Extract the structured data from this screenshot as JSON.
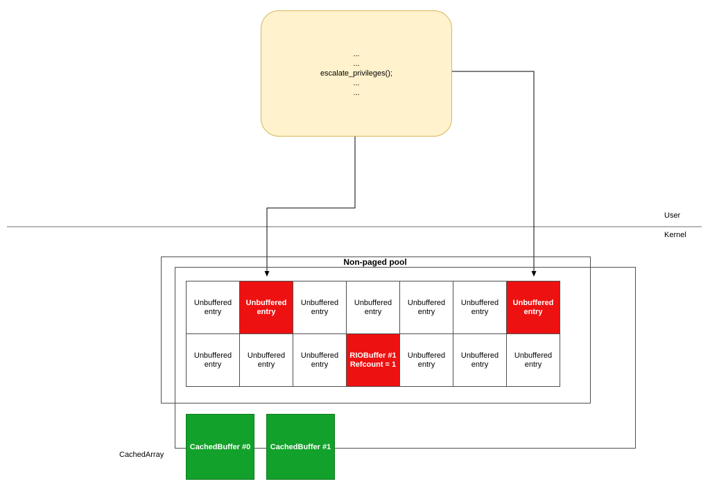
{
  "code_box": {
    "lines": [
      "...",
      "...",
      "escalate_privileges();",
      "...",
      "..."
    ]
  },
  "boundary": {
    "user_label": "User",
    "kernel_label": "Kernel"
  },
  "pool": {
    "title": "Non-paged pool",
    "grid": {
      "rows": [
        [
          {
            "text": "Unbuffered entry",
            "state": "normal"
          },
          {
            "text": "Unbuffered entry",
            "state": "highlighted"
          },
          {
            "text": "Unbuffered entry",
            "state": "normal"
          },
          {
            "text": "Unbuffered entry",
            "state": "normal"
          },
          {
            "text": "Unbuffered entry",
            "state": "normal"
          },
          {
            "text": "Unbuffered entry",
            "state": "normal"
          },
          {
            "text": "Unbuffered entry",
            "state": "highlighted"
          }
        ],
        [
          {
            "text": "Unbuffered entry",
            "state": "normal"
          },
          {
            "text": "Unbuffered entry",
            "state": "normal"
          },
          {
            "text": "Unbuffered entry",
            "state": "normal"
          },
          {
            "text": "RIOBuffer #1\nRefcount = 1",
            "state": "highlighted"
          },
          {
            "text": "Unbuffered entry",
            "state": "normal"
          },
          {
            "text": "Unbuffered entry",
            "state": "normal"
          },
          {
            "text": "Unbuffered entry",
            "state": "normal"
          }
        ]
      ]
    }
  },
  "cached_array": {
    "label": "CachedArray",
    "buffers": [
      "CachedBuffer #0",
      "CachedBuffer #1"
    ]
  },
  "colors": {
    "code_box_fill": "#fff2cc",
    "code_box_border": "#d6b656",
    "highlight_red": "#ee1111",
    "cached_green": "#12a12a",
    "stroke": "#4d4d4d"
  }
}
